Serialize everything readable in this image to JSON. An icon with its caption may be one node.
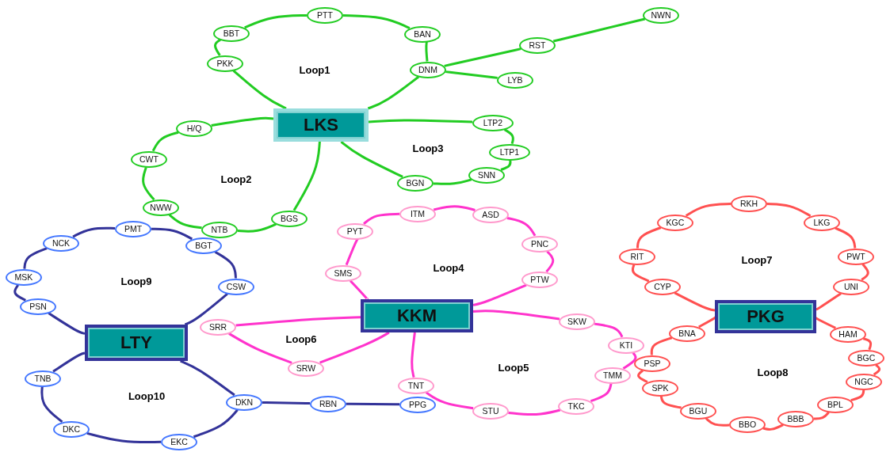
{
  "diagram": {
    "nodes": [
      {
        "text": [
          "LKS"
        ]
      },
      {
        "text": [
          "BBT"
        ]
      },
      {
        "text": [
          "PTT"
        ]
      },
      {
        "text": [
          "BAN"
        ]
      },
      {
        "text": [
          "PKK"
        ]
      },
      {
        "text": [
          "DNM"
        ]
      },
      {
        "text": [
          "RST"
        ]
      },
      {
        "text": [
          "NWN"
        ]
      },
      {
        "text": [
          "LYB"
        ]
      },
      {
        "text": [
          "H/Q"
        ]
      },
      {
        "text": [
          "CWT"
        ]
      },
      {
        "text": [
          "NWW"
        ]
      },
      {
        "text": [
          "NTB"
        ]
      },
      {
        "text": [
          "BGS"
        ]
      },
      {
        "text": [
          "LTP2"
        ]
      },
      {
        "text": [
          "LTP1"
        ]
      },
      {
        "text": [
          "SNN"
        ]
      },
      {
        "text": [
          "BGN"
        ]
      },
      {
        "text": [
          "KKM"
        ]
      },
      {
        "text": [
          "PYT"
        ]
      },
      {
        "text": [
          "ITM"
        ]
      },
      {
        "text": [
          "ASD"
        ]
      },
      {
        "text": [
          "PNC"
        ]
      },
      {
        "text": [
          "SMS"
        ]
      },
      {
        "text": [
          "PTW"
        ]
      },
      {
        "text": [
          "SRR"
        ]
      },
      {
        "text": [
          "SRW"
        ]
      },
      {
        "text": [
          "SKW"
        ]
      },
      {
        "text": [
          "KTI"
        ]
      },
      {
        "text": [
          "TMM"
        ]
      },
      {
        "text": [
          "TNT"
        ]
      },
      {
        "text": [
          "PPG"
        ]
      },
      {
        "text": [
          "STU"
        ]
      },
      {
        "text": [
          "TKC"
        ]
      },
      {
        "text": [
          "LTY"
        ]
      },
      {
        "text": [
          "PMT"
        ]
      },
      {
        "text": [
          "NCK"
        ]
      },
      {
        "text": [
          "BGT"
        ]
      },
      {
        "text": [
          "MSK"
        ]
      },
      {
        "text": [
          "CSW"
        ]
      },
      {
        "text": [
          "PSN"
        ]
      },
      {
        "text": [
          "TNB"
        ]
      },
      {
        "text": [
          "DKN"
        ]
      },
      {
        "text": [
          "RBN"
        ]
      },
      {
        "text": [
          "DKC"
        ]
      },
      {
        "text": [
          "EKC"
        ]
      },
      {
        "text": [
          "PKG"
        ]
      },
      {
        "text": [
          "RKH"
        ]
      },
      {
        "text": [
          "KGC"
        ]
      },
      {
        "text": [
          "LKG"
        ]
      },
      {
        "text": [
          "RIT"
        ]
      },
      {
        "text": [
          "PWT"
        ]
      },
      {
        "text": [
          "CYP"
        ]
      },
      {
        "text": [
          "UNI"
        ]
      },
      {
        "text": [
          "BNA"
        ]
      },
      {
        "text": [
          "HAM"
        ]
      },
      {
        "text": [
          "PSP"
        ]
      },
      {
        "text": [
          "BGC"
        ]
      },
      {
        "text": [
          "NGC"
        ]
      },
      {
        "text": [
          "SPK"
        ]
      },
      {
        "text": [
          "BPL"
        ]
      },
      {
        "text": [
          "BGU"
        ]
      },
      {
        "text": [
          "BBB"
        ]
      },
      {
        "text": [
          "BBO"
        ]
      }
    ],
    "edges": [
      {
        "from": 0,
        "to": 4,
        "arrow": "none"
      },
      {
        "from": 4,
        "to": 1,
        "arrow": "none"
      },
      {
        "from": 1,
        "to": 2,
        "arrow": "none"
      },
      {
        "from": 2,
        "to": 3,
        "arrow": "none"
      },
      {
        "from": 3,
        "to": 5,
        "arrow": "none"
      },
      {
        "from": 5,
        "to": 0,
        "arrow": "none"
      },
      {
        "from": 5,
        "to": 6,
        "arrow": "none"
      },
      {
        "from": 6,
        "to": 7,
        "arrow": "none"
      },
      {
        "from": 5,
        "to": 8,
        "arrow": "none"
      },
      {
        "from": 0,
        "to": 9,
        "arrow": "none"
      },
      {
        "from": 9,
        "to": 10,
        "arrow": "none"
      },
      {
        "from": 10,
        "to": 11,
        "arrow": "none"
      },
      {
        "from": 11,
        "to": 12,
        "arrow": "none"
      },
      {
        "from": 12,
        "to": 13,
        "arrow": "none"
      },
      {
        "from": 13,
        "to": 0,
        "arrow": "none"
      },
      {
        "from": 0,
        "to": 14,
        "arrow": "none"
      },
      {
        "from": 14,
        "to": 15,
        "arrow": "none"
      },
      {
        "from": 15,
        "to": 16,
        "arrow": "none"
      },
      {
        "from": 16,
        "to": 17,
        "arrow": "none"
      },
      {
        "from": 17,
        "to": 0,
        "arrow": "none"
      },
      {
        "from": 18,
        "to": 23,
        "arrow": "none",
        "color": "#ff33cc"
      },
      {
        "from": 23,
        "to": 19,
        "arrow": "none",
        "color": "#ff33cc"
      },
      {
        "from": 19,
        "to": 20,
        "arrow": "none",
        "color": "#ff33cc"
      },
      {
        "from": 20,
        "to": 21,
        "arrow": "none",
        "color": "#ff33cc"
      },
      {
        "from": 21,
        "to": 22,
        "arrow": "none",
        "color": "#ff33cc"
      },
      {
        "from": 22,
        "to": 24,
        "arrow": "none",
        "color": "#ff33cc"
      },
      {
        "from": 24,
        "to": 18,
        "arrow": "none",
        "color": "#ff33cc"
      },
      {
        "from": 18,
        "to": 25,
        "arrow": "none",
        "color": "#ff33cc"
      },
      {
        "from": 25,
        "to": 26,
        "arrow": "none",
        "color": "#ff33cc"
      },
      {
        "from": 26,
        "to": 18,
        "arrow": "none",
        "color": "#ff33cc"
      },
      {
        "from": 18,
        "to": 27,
        "arrow": "none",
        "color": "#ff33cc"
      },
      {
        "from": 27,
        "to": 28,
        "arrow": "none",
        "color": "#ff33cc"
      },
      {
        "from": 28,
        "to": 29,
        "arrow": "none",
        "color": "#ff33cc"
      },
      {
        "from": 29,
        "to": 33,
        "arrow": "none",
        "color": "#ff33cc"
      },
      {
        "from": 33,
        "to": 32,
        "arrow": "none",
        "color": "#ff33cc"
      },
      {
        "from": 32,
        "to": 30,
        "arrow": "none",
        "color": "#ff33cc"
      },
      {
        "from": 30,
        "to": 18,
        "arrow": "none",
        "color": "#ff33cc"
      },
      {
        "from": 34,
        "to": 40,
        "arrow": "none",
        "color": "#333399"
      },
      {
        "from": 40,
        "to": 38,
        "arrow": "none",
        "color": "#333399"
      },
      {
        "from": 38,
        "to": 36,
        "arrow": "none",
        "color": "#333399"
      },
      {
        "from": 36,
        "to": 35,
        "arrow": "none",
        "color": "#333399"
      },
      {
        "from": 35,
        "to": 37,
        "arrow": "none",
        "color": "#333399"
      },
      {
        "from": 37,
        "to": 39,
        "arrow": "none",
        "color": "#333399"
      },
      {
        "from": 39,
        "to": 34,
        "arrow": "none",
        "color": "#333399"
      },
      {
        "from": 34,
        "to": 41,
        "arrow": "none",
        "color": "#333399"
      },
      {
        "from": 41,
        "to": 44,
        "arrow": "none",
        "color": "#333399"
      },
      {
        "from": 44,
        "to": 45,
        "arrow": "none",
        "color": "#333399"
      },
      {
        "from": 45,
        "to": 42,
        "arrow": "none",
        "color": "#333399"
      },
      {
        "from": 42,
        "to": 34,
        "arrow": "none",
        "color": "#333399"
      },
      {
        "from": 42,
        "to": 43,
        "arrow": "none",
        "color": "#333399"
      },
      {
        "from": 43,
        "to": 31,
        "arrow": "none",
        "color": "#333399"
      },
      {
        "from": 46,
        "to": 52,
        "arrow": "none",
        "color": "#ff5050"
      },
      {
        "from": 52,
        "to": 50,
        "arrow": "none",
        "color": "#ff5050"
      },
      {
        "from": 50,
        "to": 48,
        "arrow": "none",
        "color": "#ff5050"
      },
      {
        "from": 48,
        "to": 47,
        "arrow": "none",
        "color": "#ff5050"
      },
      {
        "from": 47,
        "to": 49,
        "arrow": "none",
        "color": "#ff5050"
      },
      {
        "from": 49,
        "to": 51,
        "arrow": "none",
        "color": "#ff5050"
      },
      {
        "from": 51,
        "to": 53,
        "arrow": "none",
        "color": "#ff5050"
      },
      {
        "from": 53,
        "to": 46,
        "arrow": "none",
        "color": "#ff5050"
      },
      {
        "from": 46,
        "to": 54,
        "arrow": "none",
        "color": "#ff5050"
      },
      {
        "from": 54,
        "to": 56,
        "arrow": "none",
        "color": "#ff5050"
      },
      {
        "from": 56,
        "to": 59,
        "arrow": "none",
        "color": "#ff5050"
      },
      {
        "from": 59,
        "to": 61,
        "arrow": "none",
        "color": "#ff5050"
      },
      {
        "from": 61,
        "to": 63,
        "arrow": "none",
        "color": "#ff5050"
      },
      {
        "from": 63,
        "to": 62,
        "arrow": "none",
        "color": "#ff5050"
      },
      {
        "from": 62,
        "to": 60,
        "arrow": "none",
        "color": "#ff5050"
      },
      {
        "from": 60,
        "to": 58,
        "arrow": "none",
        "color": "#ff5050"
      },
      {
        "from": 58,
        "to": 57,
        "arrow": "none",
        "color": "#ff5050"
      },
      {
        "from": 57,
        "to": 55,
        "arrow": "none",
        "color": "#ff5050"
      },
      {
        "from": 55,
        "to": 46,
        "arrow": "none",
        "color": "#ff5050"
      }
    ],
    "labels": [
      "Loop1",
      "Loop3",
      "Loop2",
      "Loop7",
      "Loop9",
      "Loop4",
      "Loop6",
      "Loop5",
      "Loop10",
      "Loop8"
    ]
  }
}
